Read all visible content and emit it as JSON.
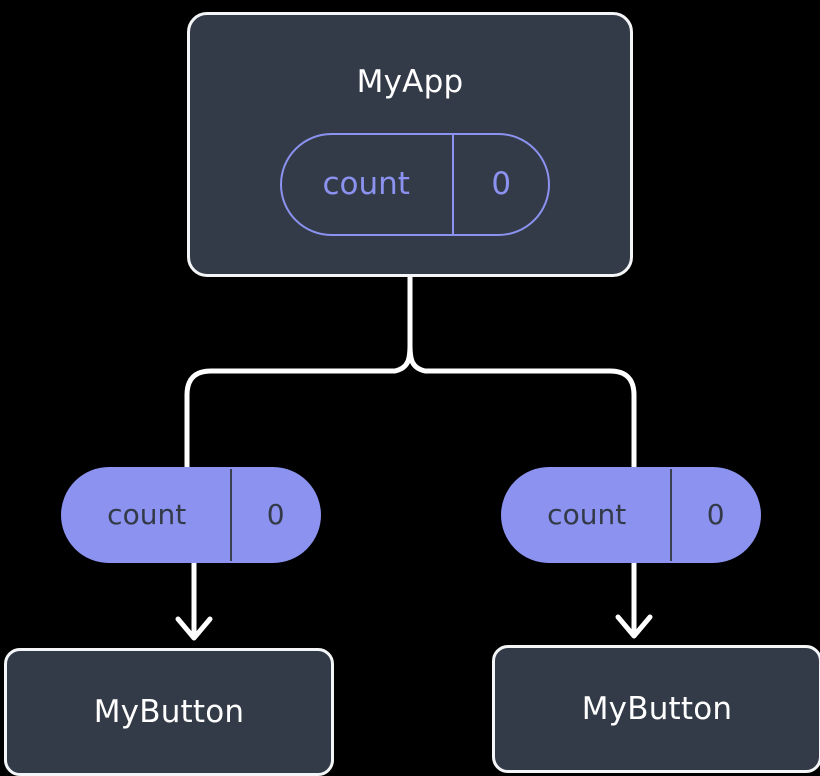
{
  "diagram": {
    "type": "component-state-tree",
    "title": "MyApp state propagated to MyButton children",
    "background_color": "#000000",
    "colors": {
      "node_fill": "#343b48",
      "node_border": "#f4f5f7",
      "accent": "#8b92ef",
      "edge": "#ffffff",
      "node_text": "#ffffff",
      "pill_filled_text": "#333a47"
    }
  },
  "root": {
    "id": "myapp",
    "label": "MyApp",
    "state": {
      "key": "count",
      "value": "0",
      "style": "outlined"
    }
  },
  "branches": [
    {
      "id": "left",
      "prop": {
        "key": "count",
        "value": "0",
        "style": "filled"
      },
      "child": {
        "id": "mybutton-left",
        "label": "MyButton"
      }
    },
    {
      "id": "right",
      "prop": {
        "key": "count",
        "value": "0",
        "style": "filled"
      },
      "child": {
        "id": "mybutton-right",
        "label": "MyButton"
      }
    }
  ],
  "edges": {
    "trunk_label": "state-flow-trunk",
    "left_arrow_label": "prop-arrow-left",
    "right_arrow_label": "prop-arrow-right"
  }
}
